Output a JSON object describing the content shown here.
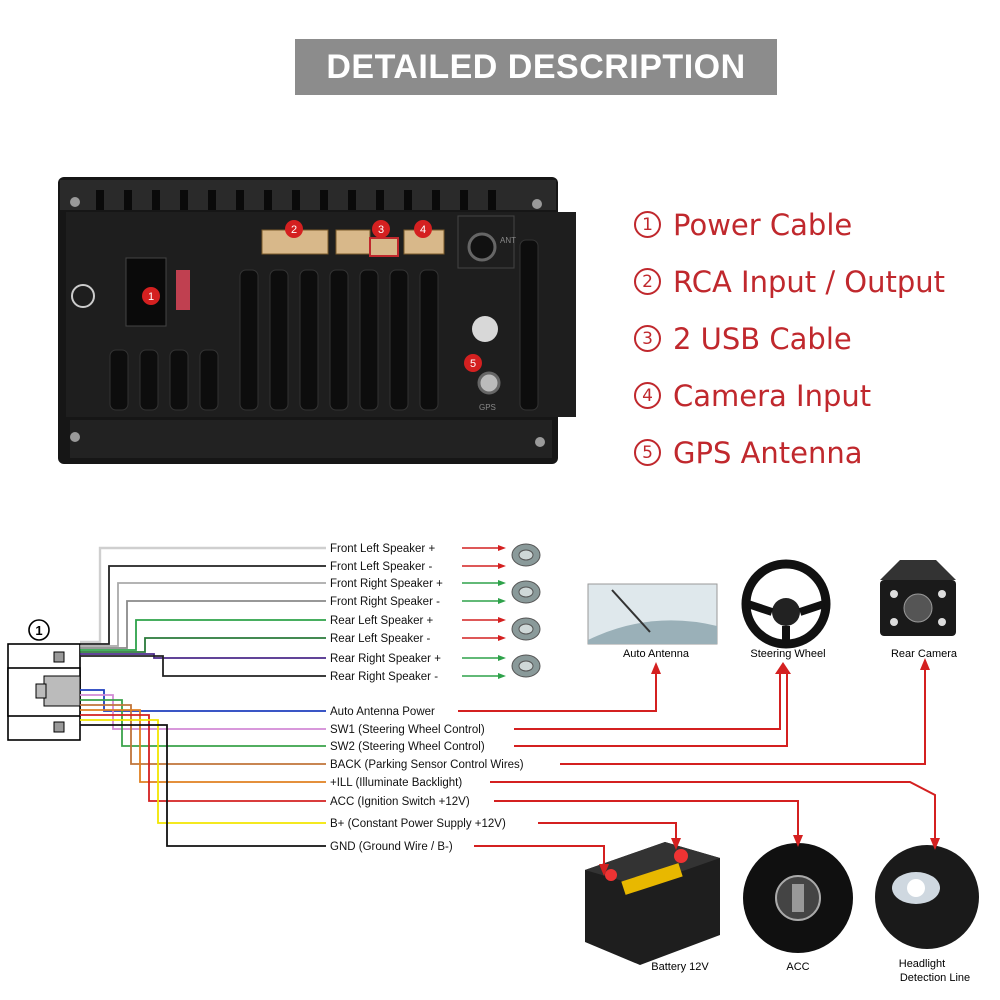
{
  "header": {
    "title": "DETAILED DESCRIPTION"
  },
  "legend": [
    {
      "num": "1",
      "label": "Power Cable"
    },
    {
      "num": "2",
      "label": "RCA Input / Output"
    },
    {
      "num": "3",
      "label": "2 USB Cable"
    },
    {
      "num": "4",
      "label": "Camera Input"
    },
    {
      "num": "5",
      "label": "GPS Antenna"
    }
  ],
  "unit": {
    "markers": [
      "1",
      "2",
      "3",
      "4",
      "5"
    ],
    "port_labels": {
      "ant": "ANT",
      "gps": "GPS"
    }
  },
  "wiring": {
    "connector_label": "1",
    "wires": [
      {
        "label": "Front Left Speaker +",
        "color": "#e8e8e8"
      },
      {
        "label": "Front Left Speaker -",
        "color": "#222222"
      },
      {
        "label": "Front Right Speaker +",
        "color": "#a9a9a9"
      },
      {
        "label": "Front Right Speaker -",
        "color": "#8a8a8a"
      },
      {
        "label": "Rear Left Speaker +",
        "color": "#2ea24a"
      },
      {
        "label": "Rear Left Speaker -",
        "color": "#2a7a3a"
      },
      {
        "label": "Rear Right Speaker +",
        "color": "#4b2a8a"
      },
      {
        "label": "Rear Right Speaker -",
        "color": "#222222"
      },
      {
        "label": "Auto  Antenna Power",
        "color": "#1f3fbf"
      },
      {
        "label": "SW1 (Steering Wheel Control)",
        "color": "#d38ad6"
      },
      {
        "label": "SW2 (Steering Wheel Control)",
        "color": "#3aa34a"
      },
      {
        "label": "BACK (Parking Sensor Control Wires)",
        "color": "#c0753a"
      },
      {
        "label": "+ILL (Illuminate Backlight)",
        "color": "#e08020"
      },
      {
        "label": "ACC (Ignition Switch +12V)",
        "color": "#d42020"
      },
      {
        "label": "B+ (Constant Power Supply +12V)",
        "color": "#f2e600"
      },
      {
        "label": "GND (Ground Wire / B-)",
        "color": "#111111"
      }
    ],
    "components": {
      "auto_antenna": "Auto Antenna",
      "steering_wheel": "Steering Wheel",
      "rear_camera": "Rear Camera",
      "battery": "Battery 12V",
      "acc": "ACC",
      "headlight_1": "Headlight",
      "headlight_2": "Detection Line"
    }
  },
  "colors": {
    "accent_red": "#c0282d",
    "banner_gray": "#8c8c8c",
    "unit_body": "#1a1a1a",
    "connector_tan": "#d8b88a"
  }
}
